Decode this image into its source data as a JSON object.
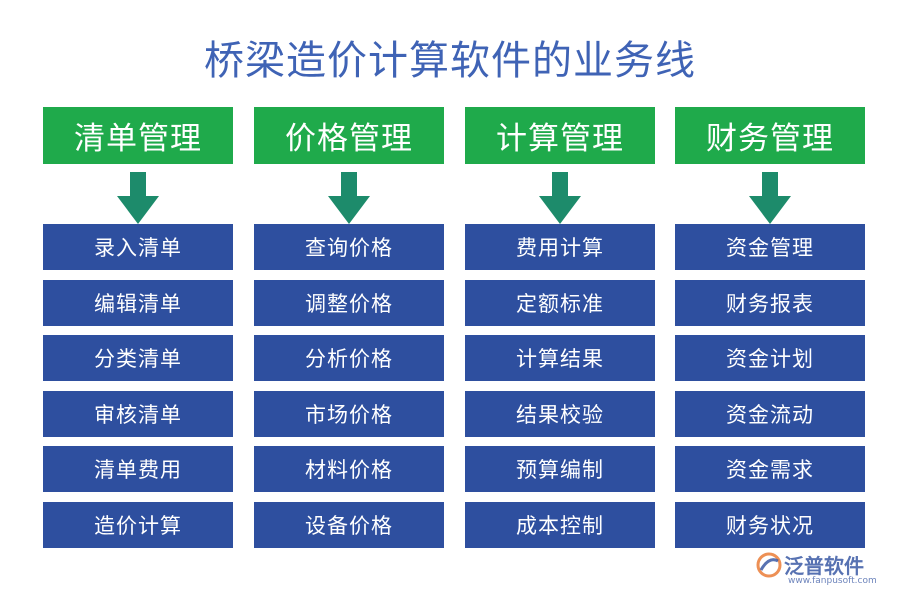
{
  "title": "桥梁造价计算软件的业务线",
  "colors": {
    "title": "#3f63b5",
    "header": "#1faa4b",
    "arrow": "#1d8b6b",
    "item": "#2e4f9f"
  },
  "columns": [
    {
      "header": "清单管理",
      "items": [
        "录入清单",
        "编辑清单",
        "分类清单",
        "审核清单",
        "清单费用",
        "造价计算"
      ]
    },
    {
      "header": "价格管理",
      "items": [
        "查询价格",
        "调整价格",
        "分析价格",
        "市场价格",
        "材料价格",
        "设备价格"
      ]
    },
    {
      "header": "计算管理",
      "items": [
        "费用计算",
        "定额标准",
        "计算结果",
        "结果校验",
        "预算编制",
        "成本控制"
      ]
    },
    {
      "header": "财务管理",
      "items": [
        "资金管理",
        "财务报表",
        "资金计划",
        "资金流动",
        "资金需求",
        "财务状况"
      ]
    }
  ],
  "logo": {
    "brand": "泛普软件",
    "url": "www.fanpusoft.com"
  }
}
